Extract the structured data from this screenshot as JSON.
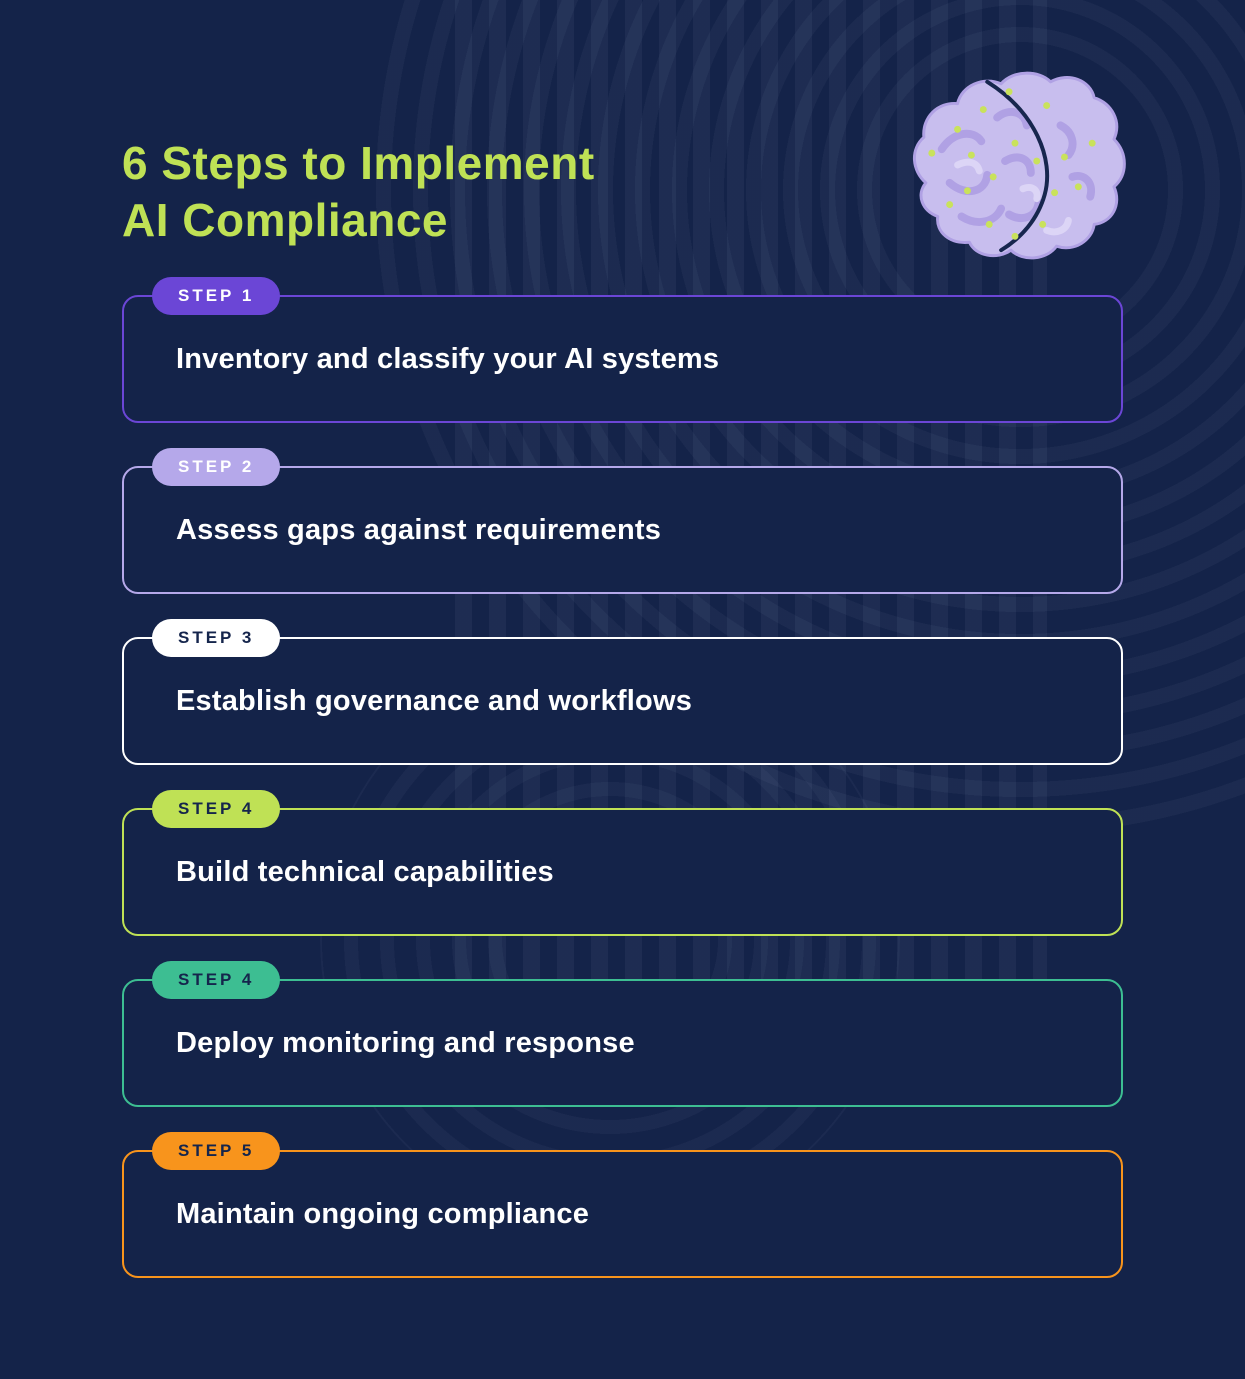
{
  "infographic": {
    "title_line1": "6 Steps to Implement",
    "title_line2": "AI Compliance",
    "title_color": "#bfe155",
    "background_color": "#142349",
    "card_text_color": "#ffffff"
  },
  "steps": [
    {
      "badge_label": "STEP 1",
      "text": "Inventory and classify your AI systems",
      "accent_color": "#6b46d6",
      "badge_text_color": "#ffffff"
    },
    {
      "badge_label": "STEP 2",
      "text": "Assess gaps against requirements",
      "accent_color": "#b5a8ea",
      "badge_text_color": "#ffffff"
    },
    {
      "badge_label": "STEP 3",
      "text": "Establish governance and workflows",
      "accent_color": "#ffffff",
      "badge_text_color": "#15254c"
    },
    {
      "badge_label": "STEP 4",
      "text": "Build technical capabilities",
      "accent_color": "#bfe155",
      "badge_text_color": "#15254c"
    },
    {
      "badge_label": "STEP 4",
      "text": "Deploy monitoring and response",
      "accent_color": "#3dbe92",
      "badge_text_color": "#15254c"
    },
    {
      "badge_label": "STEP 5",
      "text": "Maintain ongoing compliance",
      "accent_color": "#f8941c",
      "badge_text_color": "#15254c"
    }
  ],
  "brain_icon": {
    "body_color": "#c8beee",
    "fold_color": "#b0a1e4",
    "highlight_color": "#dcd5f6",
    "crease_color": "#17264e",
    "dot_color": "#c9e25b"
  }
}
